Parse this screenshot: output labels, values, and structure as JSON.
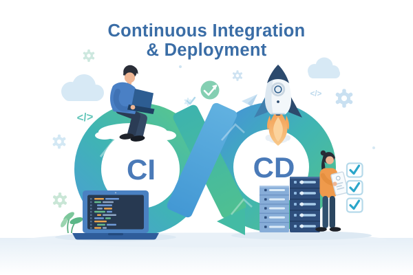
{
  "title": {
    "line1": "Continuous Integration",
    "line2": "& Deployment"
  },
  "loop": {
    "left_label": "CI",
    "right_label": "CD"
  },
  "checklist": {
    "items": [
      {
        "checked": true
      },
      {
        "checked": true
      },
      {
        "checked": true
      }
    ]
  },
  "icons": {
    "code_glyph": "</>"
  },
  "colors": {
    "background": "#ffffff",
    "title_text": "#3a6da6",
    "loop_label_text": "#4a7ab8",
    "loop_green": "#52c192",
    "loop_teal": "#3fb4b4",
    "loop_blue": "#4596d4",
    "cross_band_blue": "#58a9dc",
    "rocket_navy": "#2c4a6d",
    "flame_orange": "#f5a75c",
    "developer_shirt": "#4a80c5",
    "woman_top": "#ef9a4c",
    "server_dark": "#2e4e7c",
    "server_light": "#87add8",
    "checkbox_check": "#2ba6ca",
    "decoration_blue": "#cfe3f2",
    "decoration_green": "#c9e6d6",
    "ground_shadow": "#e2ecf5"
  }
}
